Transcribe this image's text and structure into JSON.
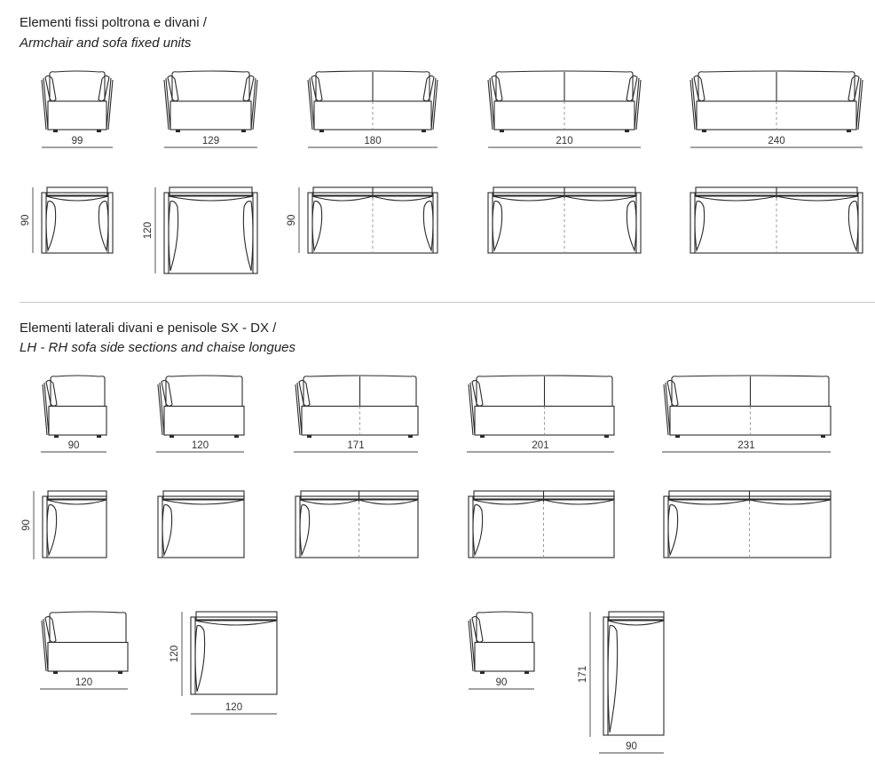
{
  "section1": {
    "title_it": "Elementi fissi poltrona e divani /",
    "title_en": "Armchair and sofa fixed units",
    "front_widths": [
      "99",
      "129",
      "180",
      "210",
      "240"
    ],
    "top_depths": [
      "90",
      "120",
      "90"
    ]
  },
  "section2": {
    "title_it": "Elementi laterali divani e penisole SX - DX /",
    "title_en": "LH - RH sofa side sections and chaise longues",
    "front_widths": [
      "90",
      "120",
      "171",
      "201",
      "231"
    ],
    "top_depth": "90",
    "corner_front_width": "120",
    "corner_top_depth": "120",
    "corner_top_width": "120",
    "chaise_front_width": "90",
    "chaise_top_depth": "171",
    "chaise_top_width": "90"
  },
  "colors": {
    "line": "#2a2a2a",
    "dashed": "#9a9a9a",
    "divider": "#c8c8c8"
  }
}
